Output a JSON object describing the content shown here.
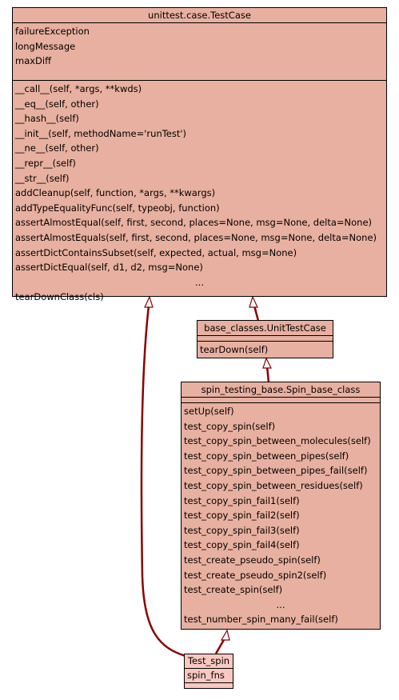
{
  "testcase": {
    "title": "unittest.case.TestCase",
    "attributes": [
      "failureException",
      "longMessage",
      "maxDiff"
    ],
    "methods": [
      "__call__(self, *args, **kwds)",
      "__eq__(self, other)",
      "__hash__(self)",
      "__init__(self, methodName='runTest')",
      "__ne__(self, other)",
      "__repr__(self)",
      "__str__(self)",
      "addCleanup(self, function, *args, **kwargs)",
      "addTypeEqualityFunc(self, typeobj, function)",
      "assertAlmostEqual(self, first, second, places=None, msg=None, delta=None)",
      "assertAlmostEquals(self, first, second, places=None, msg=None, delta=None)",
      "assertDictContainsSubset(self, expected, actual, msg=None)",
      "assertDictEqual(self, d1, d2, msg=None)"
    ],
    "ellipsis": "...",
    "last_method": "tearDownClass(cls)"
  },
  "unittestcase": {
    "title": "base_classes.UnitTestCase",
    "methods": [
      "tearDown(self)"
    ]
  },
  "spinbase": {
    "title": "spin_testing_base.Spin_base_class",
    "methods": [
      "setUp(self)",
      "test_copy_spin(self)",
      "test_copy_spin_between_molecules(self)",
      "test_copy_spin_between_pipes(self)",
      "test_copy_spin_between_pipes_fail(self)",
      "test_copy_spin_between_residues(self)",
      "test_copy_spin_fail1(self)",
      "test_copy_spin_fail2(self)",
      "test_copy_spin_fail3(self)",
      "test_copy_spin_fail4(self)",
      "test_create_pseudo_spin(self)",
      "test_create_pseudo_spin2(self)",
      "test_create_spin(self)"
    ],
    "ellipsis": "...",
    "last_method": "test_number_spin_many_fail(self)"
  },
  "testspin": {
    "title": "Test_spin",
    "attributes": [
      "spin_fns"
    ]
  },
  "colors": {
    "class_fill": "#e8b0a0",
    "highlight_fill": "#f9c8c0",
    "edge": "#8b0000"
  }
}
